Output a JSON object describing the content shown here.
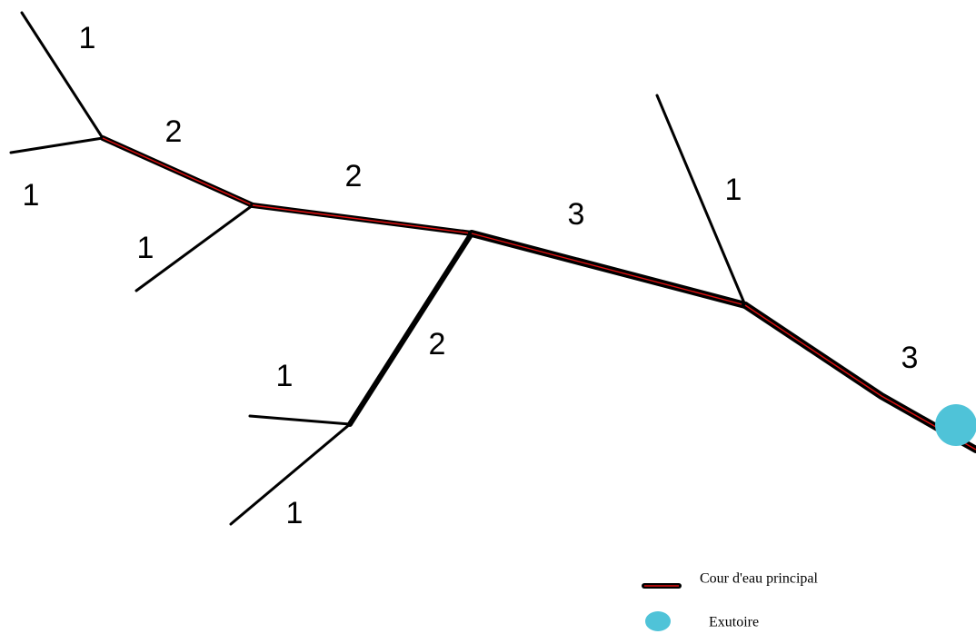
{
  "colors": {
    "stream": "#000000",
    "main_channel": "#e01010",
    "outlet": "#4fc3d8",
    "background": "#ffffff"
  },
  "streams": [
    {
      "id": "s1",
      "order": 1,
      "label": "1"
    },
    {
      "id": "s2",
      "order": 1,
      "label": "1"
    },
    {
      "id": "s3",
      "order": 2,
      "label": "2",
      "main": true
    },
    {
      "id": "s4",
      "order": 1,
      "label": "1"
    },
    {
      "id": "s5",
      "order": 2,
      "label": "2",
      "main": true
    },
    {
      "id": "s6",
      "order": 1,
      "label": "1"
    },
    {
      "id": "s7",
      "order": 1,
      "label": "1"
    },
    {
      "id": "s8",
      "order": 2,
      "label": "2"
    },
    {
      "id": "s9",
      "order": 3,
      "label": "3",
      "main": true
    },
    {
      "id": "s10",
      "order": 1,
      "label": "1"
    },
    {
      "id": "s11",
      "order": 3,
      "label": "3",
      "main": true
    }
  ],
  "legend": {
    "main_channel_label": "Cour d'eau principal",
    "outlet_label": "Exutoire"
  }
}
